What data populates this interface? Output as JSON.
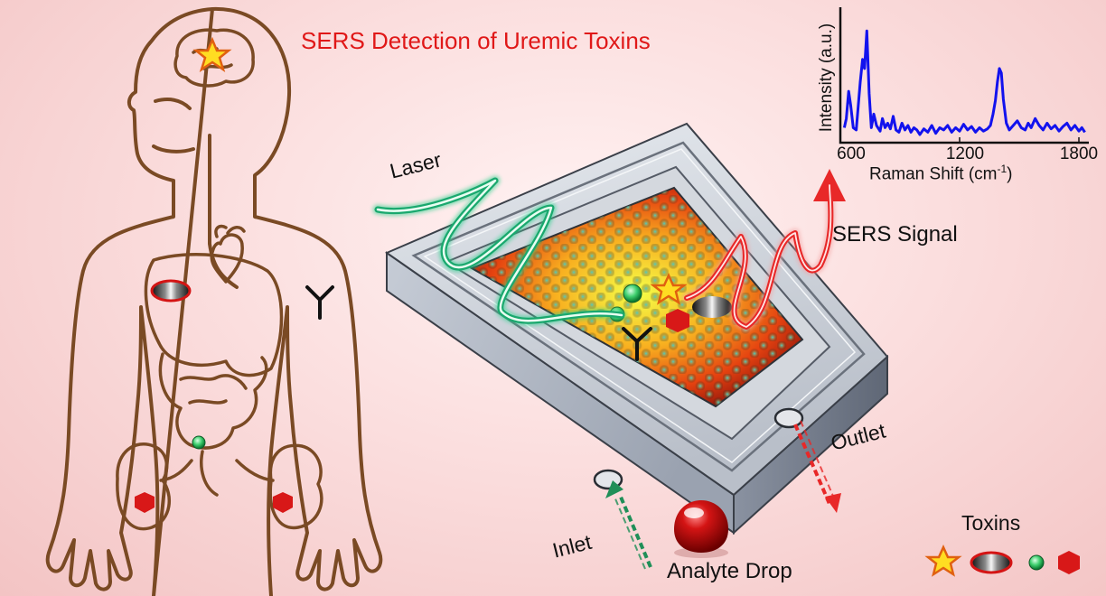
{
  "title": "SERS Detection of Uremic Toxins",
  "labels": {
    "laser": "Laser",
    "sers_signal": "SERS Signal",
    "outlet": "Outlet",
    "inlet": "Inlet",
    "analyte_drop": "Analyte Drop",
    "toxins": "Toxins"
  },
  "inset_chart": {
    "ylabel": "Intensity (a.u.)",
    "xlabel_main": "Raman Shift (cm",
    "xlabel_sup": "-1",
    "xlabel_close": ")",
    "x_ticks": [
      "600",
      "1200",
      "1800"
    ]
  },
  "chart_data": {
    "type": "line",
    "x_ticks": [
      600,
      1200,
      1800
    ],
    "xlim": [
      600,
      1850
    ],
    "ylim": [
      0,
      100
    ],
    "xlabel": "Raman Shift (cm-1)",
    "ylabel": "Intensity (a.u.)",
    "grid": false,
    "series": [
      {
        "x": [
          620,
          630,
          642,
          652,
          665,
          680,
          700,
          712,
          722,
          733,
          745,
          756,
          768,
          782,
          800,
          812,
          825,
          838,
          852,
          866,
          880,
          895,
          910,
          925,
          940,
          955,
          970,
          985,
          1000,
          1020,
          1040,
          1060,
          1080,
          1100,
          1120,
          1140,
          1160,
          1180,
          1200,
          1220,
          1240,
          1260,
          1280,
          1300,
          1320,
          1340,
          1355,
          1368,
          1380,
          1390,
          1400,
          1410,
          1420,
          1435,
          1450,
          1470,
          1490,
          1510,
          1530,
          1545,
          1560,
          1580,
          1600,
          1620,
          1640,
          1660,
          1680,
          1700,
          1720,
          1740,
          1760,
          1780,
          1800,
          1815,
          1830
        ],
        "y": [
          10,
          18,
          42,
          30,
          10,
          8,
          50,
          70,
          62,
          95,
          40,
          10,
          22,
          12,
          7,
          18,
          10,
          14,
          9,
          20,
          8,
          6,
          14,
          8,
          12,
          6,
          10,
          8,
          4,
          9,
          6,
          12,
          5,
          10,
          8,
          12,
          6,
          10,
          7,
          13,
          8,
          11,
          6,
          10,
          7,
          9,
          12,
          22,
          34,
          50,
          62,
          58,
          35,
          14,
          8,
          12,
          16,
          10,
          8,
          14,
          10,
          18,
          12,
          8,
          14,
          9,
          12,
          7,
          11,
          14,
          8,
          12,
          7,
          10,
          6
        ]
      }
    ]
  },
  "colors": {
    "background": "#fbdede",
    "title": "#e01818",
    "body_outline": "#7a4a24",
    "laser": "#22d088",
    "signal": "#e82828",
    "spectrum": "#1212ee",
    "analyte": "#cc1010",
    "device": "#a9b0bd"
  }
}
